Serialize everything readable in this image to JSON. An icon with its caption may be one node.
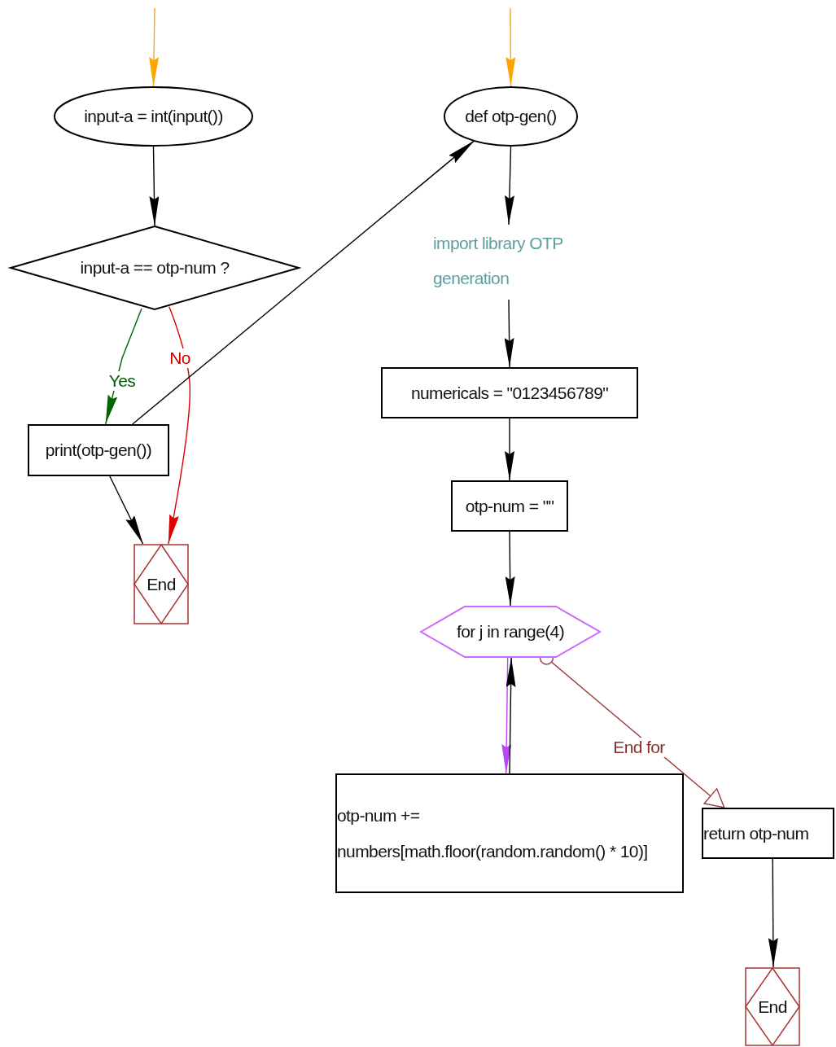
{
  "diagram": {
    "nodes": [
      {
        "text": [
          "input-a = int(input())"
        ]
      },
      {
        "text": [
          "input-a == otp-num ?"
        ]
      },
      {
        "text": [
          "print(otp-gen())"
        ]
      },
      {
        "text": [
          "End"
        ]
      },
      {
        "text": [
          "def otp-gen()"
        ]
      },
      {
        "text": [
          "import library OTP generation"
        ]
      },
      {
        "text": [
          "numericals = \"0123456789\""
        ]
      },
      {
        "text": [
          "otp-num = \"\""
        ]
      },
      {
        "text": [
          "for j in range(4)"
        ]
      },
      {
        "text": [
          "otp-num += numbers[math.floor(random.random() * 10)]"
        ]
      },
      {
        "text": [
          "return otp-num"
        ]
      },
      {
        "text": [
          "End"
        ]
      }
    ],
    "edges": [
      {
        "from": null,
        "to": 0,
        "arrow": "to",
        "color": "#ffa500"
      },
      {
        "from": 0,
        "to": 1,
        "arrow": "to"
      },
      {
        "from": 1,
        "to": 2,
        "arrow": "to",
        "label": "Yes",
        "color": "#006400"
      },
      {
        "from": 1,
        "to": 3,
        "arrow": "to",
        "label": "No",
        "color": "#dd0000"
      },
      {
        "from": 2,
        "to": 3,
        "arrow": "to"
      },
      {
        "from": 2,
        "to": 4,
        "arrow": "to"
      },
      {
        "from": null,
        "to": 4,
        "arrow": "to",
        "color": "#ffa500"
      },
      {
        "from": 4,
        "to": 5,
        "arrow": "to"
      },
      {
        "from": 5,
        "to": 6,
        "arrow": "to"
      },
      {
        "from": 6,
        "to": 7,
        "arrow": "to"
      },
      {
        "from": 7,
        "to": 8,
        "arrow": "to"
      },
      {
        "from": 8,
        "to": 9,
        "arrow": "to",
        "color": "#bb44ff"
      },
      {
        "from": 9,
        "to": 8,
        "arrow": "to"
      },
      {
        "from": 8,
        "to": 10,
        "arrow": "to",
        "label": "End for",
        "color": "#993333"
      },
      {
        "from": 10,
        "to": 11,
        "arrow": "to"
      }
    ]
  }
}
